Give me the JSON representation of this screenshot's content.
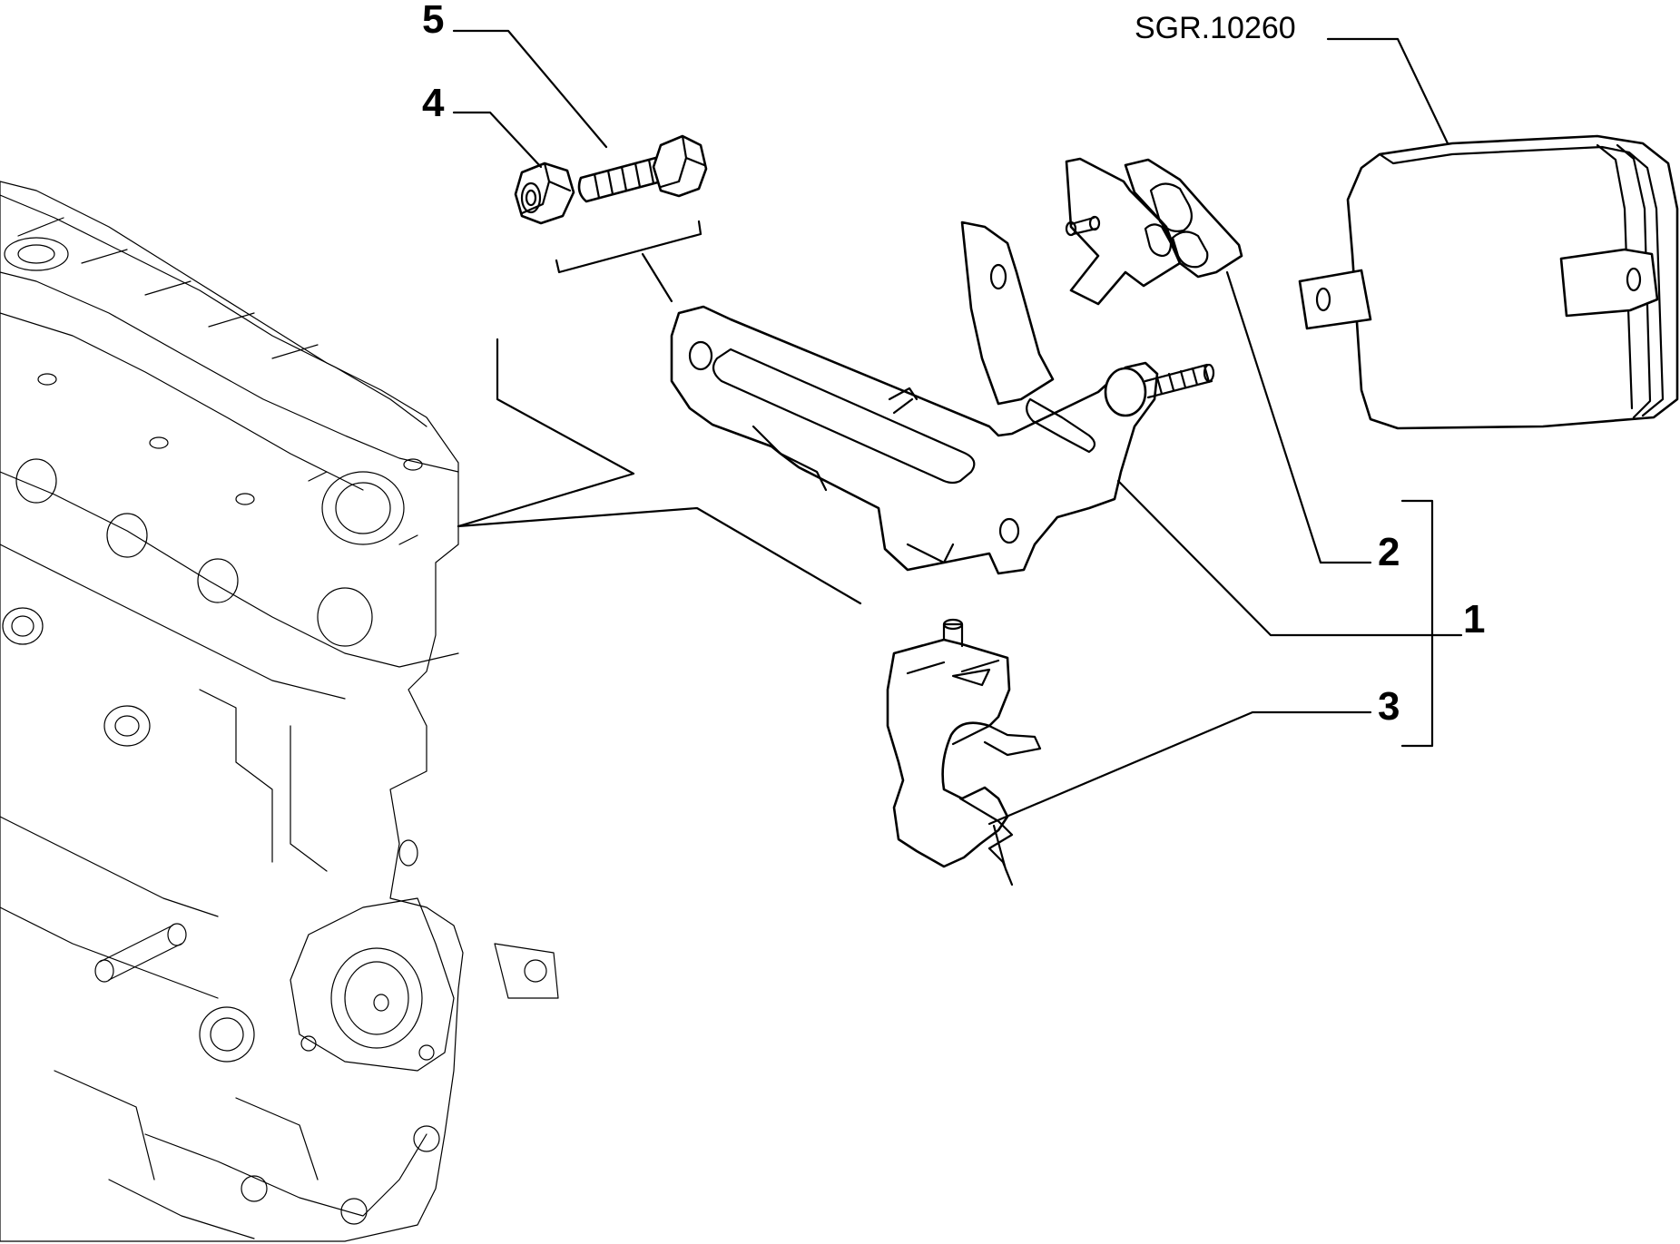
{
  "diagram": {
    "reference_code": "SGR.10260",
    "callouts": {
      "c1": "1",
      "c2": "2",
      "c3": "3",
      "c4": "4",
      "c5": "5"
    },
    "parts": [
      "engine-block",
      "bracket",
      "support-mount",
      "clamp",
      "nut",
      "bolt",
      "reservoir"
    ]
  }
}
